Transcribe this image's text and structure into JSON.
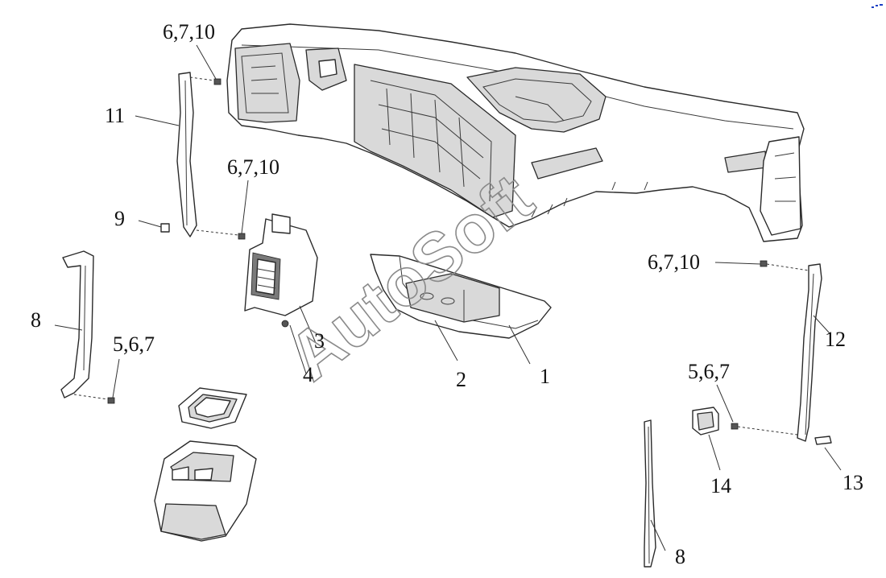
{
  "watermark": "AutoSoft",
  "callouts": {
    "c1": "1",
    "c2": "2",
    "c3": "3",
    "c4": "4",
    "c5": "5,6,7",
    "c6": "5,6,7",
    "c7": "6,7,10",
    "c8": "6,7,10",
    "c9": "6,7,10",
    "c10": "8",
    "c11": "8",
    "c12": "9",
    "c13": "11",
    "c14": "12",
    "c15": "13",
    "c16": "14"
  }
}
